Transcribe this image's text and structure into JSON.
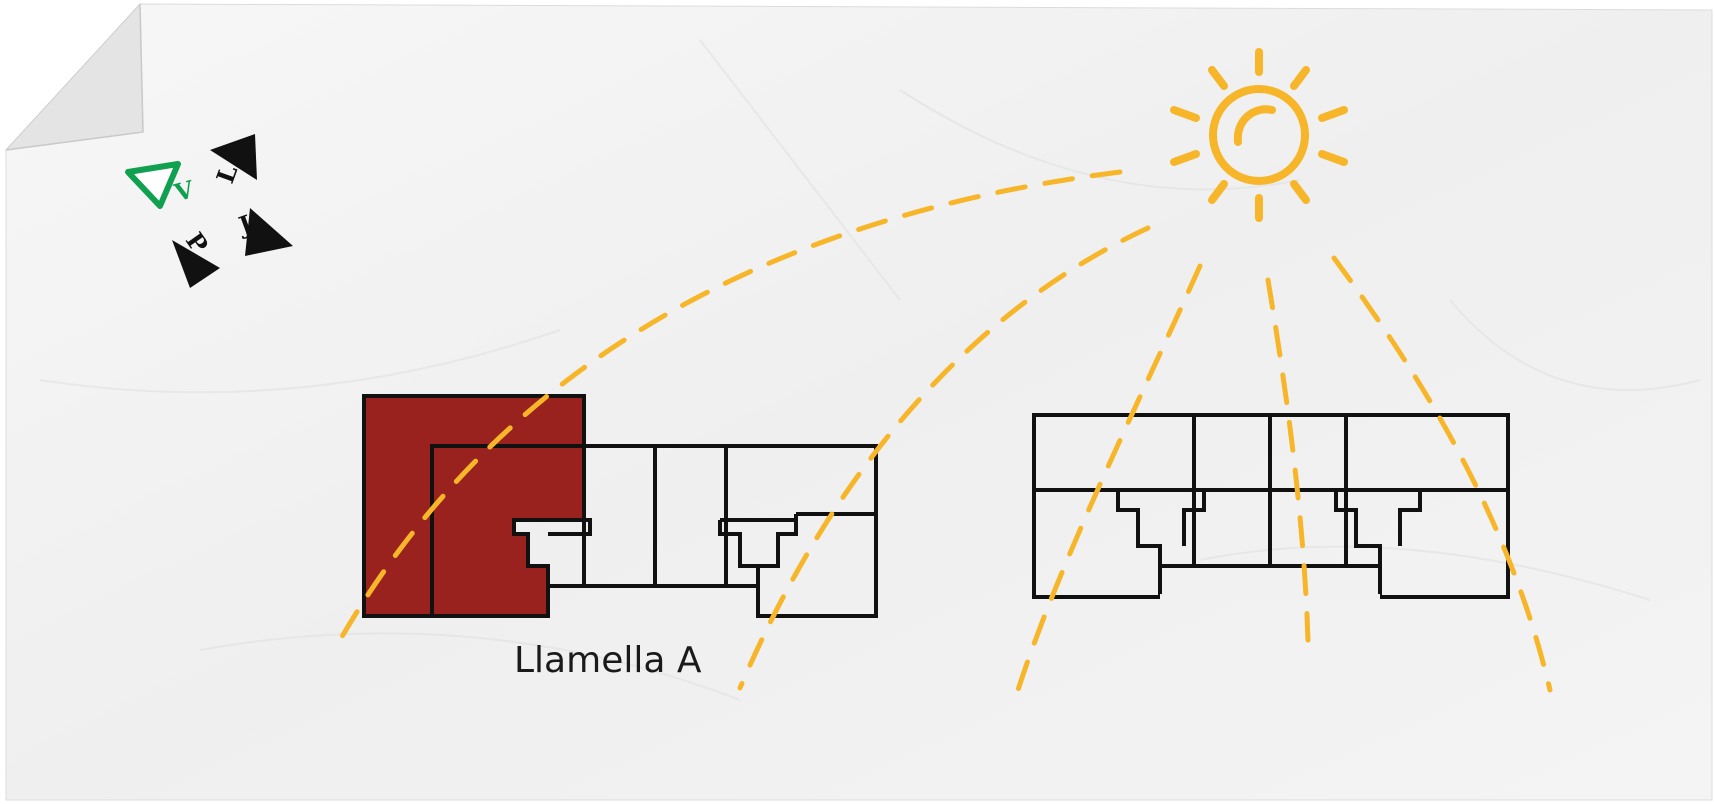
{
  "label": "Llamella A",
  "logo": {
    "letters": [
      "V",
      "L",
      "J",
      "P"
    ]
  },
  "colors": {
    "sun": "#F7B62A",
    "highlight": "#99221E",
    "logo_green": "#10A050",
    "ink": "#111111",
    "paper": "#F3F3F3"
  },
  "icons": [
    "sun-icon",
    "logo-icon",
    "building-a-plan",
    "building-b-plan"
  ]
}
